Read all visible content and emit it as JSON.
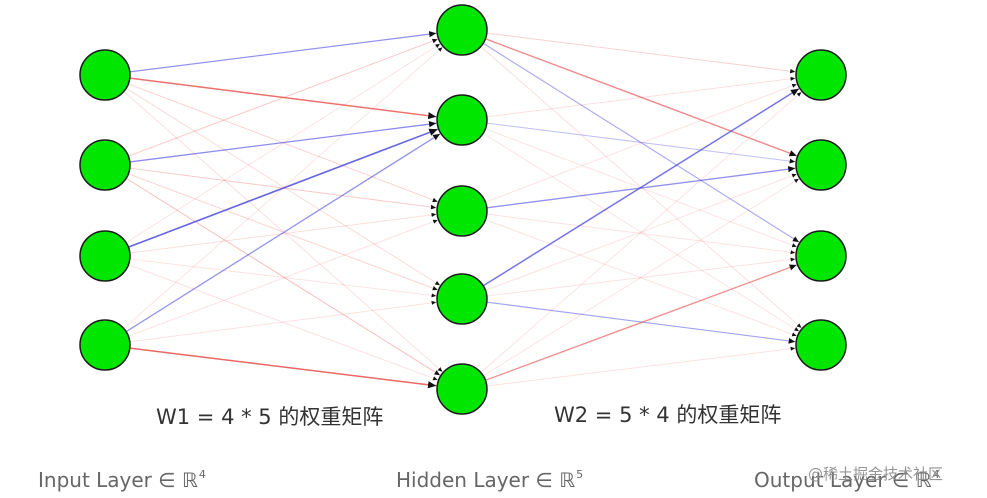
{
  "layers": [
    {
      "label": "Input Layer ∈ ℝ",
      "power": "4",
      "size": 4
    },
    {
      "label": "Hidden Layer ∈ ℝ",
      "power": "5",
      "size": 5
    },
    {
      "label": "Output Layer ∈ ℝ",
      "power": "4",
      "size": 4
    }
  ],
  "captions": {
    "w1": "W1 = 4 * 5 的权重矩阵",
    "w2": "W2 = 5 * 4 的权重矩阵"
  },
  "watermark": "@稀土掘金技术社区",
  "colors": {
    "node_fill": "#00e600",
    "positive_weight": "#e53935",
    "negative_weight": "#3f3fdf"
  },
  "weights_w1": [
    [
      -0.55,
      0.75,
      0.15,
      0.1,
      0.08
    ],
    [
      0.2,
      -0.6,
      0.2,
      0.15,
      0.25
    ],
    [
      0.05,
      -0.85,
      0.08,
      0.05,
      0.06
    ],
    [
      0.05,
      -0.55,
      0.05,
      0.05,
      0.8
    ]
  ],
  "weights_w2": [
    [
      0.15,
      0.6,
      -0.4,
      0.08
    ],
    [
      0.08,
      -0.25,
      0.05,
      0.05
    ],
    [
      0.05,
      -0.55,
      0.05,
      0.05
    ],
    [
      -0.75,
      0.05,
      0.05,
      -0.45
    ],
    [
      0.05,
      0.05,
      0.55,
      0.05
    ]
  ]
}
